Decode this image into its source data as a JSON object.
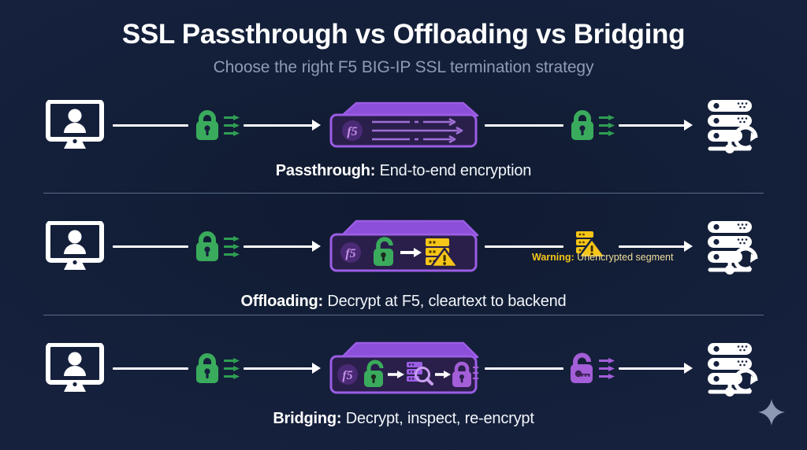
{
  "header": {
    "title": "SSL Passthrough vs Offloading vs Bridging",
    "subtitle": "Choose the right F5 BIG-IP SSL termination strategy"
  },
  "colors": {
    "background_outer": "#16213e",
    "background_inner": "#101a30",
    "title": "#ffffff",
    "subtitle": "#8e9bb3",
    "lock_encrypted": "#3aab5c",
    "lock_reencrypt": "#a35ed8",
    "device_body": "#2a1f4a",
    "device_border": "#9b5de5",
    "device_top": "#8b4fd8",
    "warning": "#f5c518",
    "divider": "#5b6b86",
    "connector": "#ffffff",
    "sparkle": "#8d99b3"
  },
  "rows": [
    {
      "id": "passthrough",
      "caption_bold": "Passthrough:",
      "caption_rest": " End-to-end encryption",
      "client_icon": "user-monitor-icon",
      "left_lock": {
        "icon": "lock-closed-icon",
        "state": "encrypted",
        "color": "#3aab5c"
      },
      "device": {
        "label": "f5-logo",
        "content_kind": "passthrough-arrows",
        "content_items": [
          "dashed-arrow-1",
          "dashed-arrow-2",
          "dashed-arrow-3"
        ]
      },
      "right_lock": {
        "icon": "lock-closed-icon",
        "state": "encrypted",
        "color": "#3aab5c"
      },
      "server_icon": "server-stack-icon",
      "warning": null
    },
    {
      "id": "offloading",
      "caption_bold": "Offloading:",
      "caption_rest": " Decrypt at F5, cleartext to backend",
      "client_icon": "user-monitor-icon",
      "left_lock": {
        "icon": "lock-closed-icon",
        "state": "encrypted",
        "color": "#3aab5c"
      },
      "device": {
        "label": "f5-logo",
        "content_kind": "decrypt-to-cleartext",
        "content_items": [
          "lock-open-icon",
          "arrow-right-icon",
          "server-warning-icon"
        ]
      },
      "right_lock": null,
      "server_icon": "server-stack-icon",
      "warning": {
        "icon": "server-warning-icon",
        "bold": "Warning:",
        "rest": " Unencrypted segment"
      }
    },
    {
      "id": "bridging",
      "caption_bold": "Bridging:",
      "caption_rest": " Decrypt, inspect, re-encrypt",
      "client_icon": "user-monitor-icon",
      "left_lock": {
        "icon": "lock-closed-icon",
        "state": "encrypted",
        "color": "#3aab5c"
      },
      "device": {
        "label": "f5-logo",
        "content_kind": "decrypt-inspect-reencrypt",
        "content_items": [
          "lock-open-icon",
          "arrow-right-icon",
          "server-inspect-icon",
          "arrow-right-icon",
          "lock-closed-purple-icon"
        ]
      },
      "right_lock": {
        "icon": "lock-key-icon",
        "state": "re-encrypted",
        "color": "#a35ed8"
      },
      "server_icon": "server-stack-icon",
      "warning": null
    }
  ],
  "decoration": {
    "sparkle": "four-point-star-icon"
  }
}
